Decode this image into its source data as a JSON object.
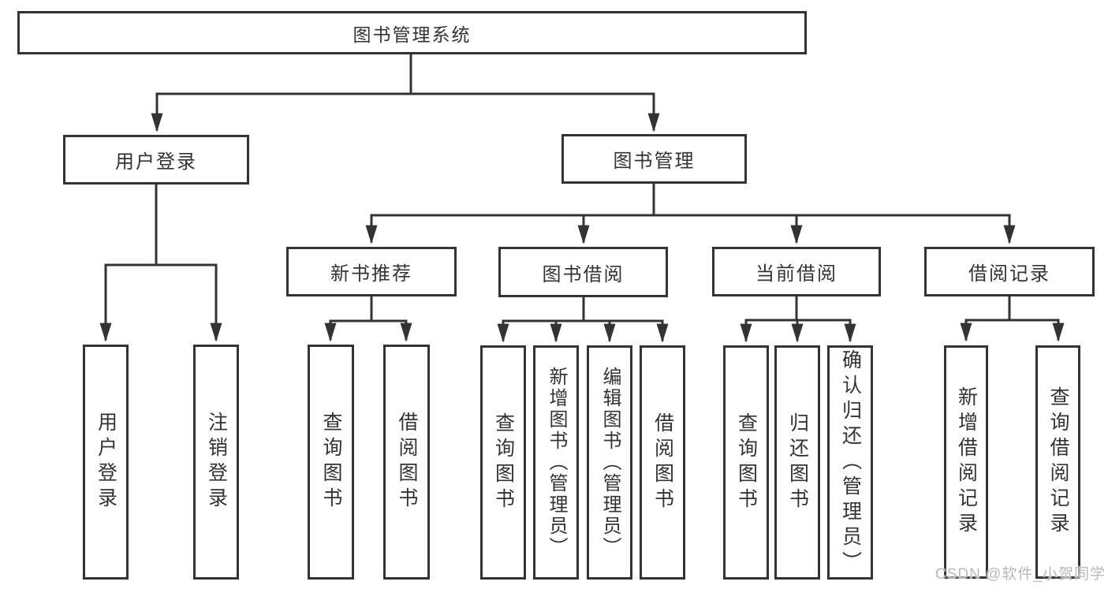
{
  "diagram": {
    "root": {
      "label": "图书管理系统"
    },
    "branches": {
      "user_login": {
        "label": "用户登录",
        "children": {
          "login": "用户登录",
          "logout": "注销登录"
        }
      },
      "book_management": {
        "label": "图书管理",
        "sections": {
          "new_book_recommend": {
            "label": "新书推荐",
            "children": {
              "query": "查询图书",
              "borrow": "借阅图书"
            }
          },
          "book_borrow": {
            "label": "图书借阅",
            "children": {
              "query": "查询图书",
              "add": "新增图书（管理员）",
              "edit": "编辑图书（管理员）",
              "borrow": "借阅图书"
            }
          },
          "current_borrow": {
            "label": "当前借阅",
            "children": {
              "query": "查询图书",
              "return": "归还图书",
              "confirm": "确认归还（管理员）"
            }
          },
          "borrow_records": {
            "label": "借阅记录",
            "children": {
              "add": "新增借阅记录",
              "query": "查询借阅记录"
            }
          }
        }
      }
    }
  },
  "watermark": {
    "text": "CSDN @软件_小贺同学",
    "color": "#b9b9b9"
  },
  "colors": {
    "line": "#333333",
    "box_border": "#333333",
    "text": "#333333",
    "background": "#ffffff"
  }
}
